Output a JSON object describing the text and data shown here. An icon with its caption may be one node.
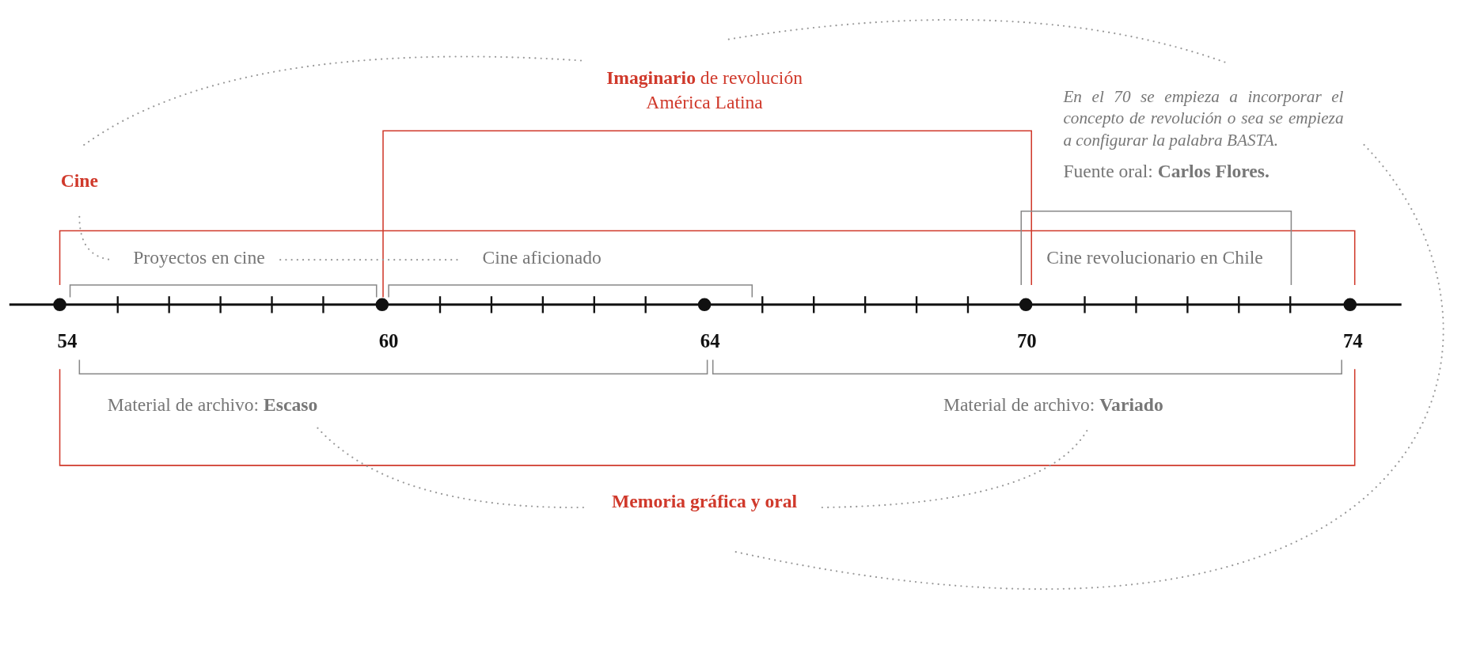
{
  "diagram": {
    "nodes": [
      {
        "text": [
          "Cine"
        ]
      },
      {
        "text": [
          "**Imaginario** de revolución América Latina"
        ]
      },
      {
        "text": [
          "En el 70 se empieza a incorporar el concepto de revolución o sea se empieza a configurar la palabra BASTA.",
          "Fuente oral: **Carlos Flores.**"
        ]
      },
      {
        "text": [
          "Proyectos en cine"
        ]
      },
      {
        "text": [
          "Cine aficionado"
        ]
      },
      {
        "text": [
          "Cine revolucionario en Chile"
        ]
      },
      {
        "text": [
          "Material de archivo: **Escaso**"
        ]
      },
      {
        "text": [
          "Material de archivo: **Variado**"
        ]
      },
      {
        "text": [
          "Memoria gráfica y oral"
        ]
      }
    ],
    "edges": [
      {
        "from": 0,
        "to": 3,
        "arrow": "none",
        "style": "dashed"
      },
      {
        "from": 3,
        "to": 4,
        "arrow": "none",
        "style": "dashed"
      },
      {
        "from": 0,
        "to": 1,
        "arrow": "none",
        "style": "dashed"
      },
      {
        "from": 1,
        "to": 2,
        "arrow": "none",
        "style": "dashed"
      },
      {
        "from": 2,
        "to": 8,
        "arrow": "none",
        "style": "dashed"
      },
      {
        "from": 6,
        "to": 8,
        "arrow": "none",
        "style": "dashed"
      },
      {
        "from": 8,
        "to": 7,
        "arrow": "none",
        "style": "dashed"
      }
    ],
    "labels": [
      "54",
      "60",
      "64",
      "70",
      "74"
    ]
  }
}
